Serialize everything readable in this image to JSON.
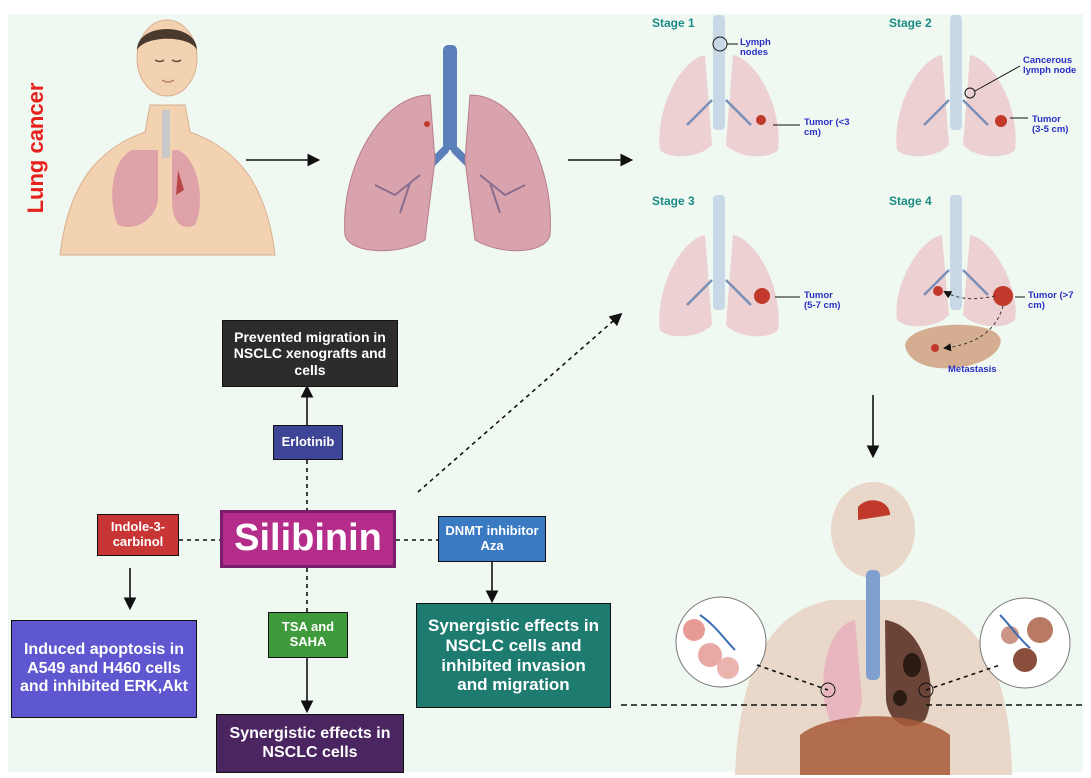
{
  "title": "Lung cancer",
  "center": "Silibinin",
  "stages": {
    "s1": "Stage 1",
    "s2": "Stage 2",
    "s3": "Stage 3",
    "s4": "Stage 4"
  },
  "annotations": {
    "lymph_nodes": "Lymph nodes",
    "tumor_s1": "Tumor (<3 cm)",
    "cancerous_lymph": "Cancerous lymph node",
    "tumor_s2": "Tumor (3-5 cm)",
    "tumor_s3": "Tumor (5-7 cm)",
    "tumor_s4": "Tumor (>7 cm)",
    "metastasis": "Metastasis"
  },
  "drugs": {
    "erlotinib": "Erlotinib",
    "indole": "Indole-3-carbinol",
    "dnmt": "DNMT inhibitor Aza",
    "tsa": "TSA and SAHA"
  },
  "effects": {
    "migration": "Prevented migration in NSCLC xenografts and cells",
    "apoptosis": "Induced apoptosis in A549 and H460 cells and inhibited ERK,Akt",
    "synergy_tsa": "Synergistic effects in NSCLC cells",
    "synergy_dnmt": "Synergistic effects in NSCLC cells and inhibited invasion and migration"
  },
  "colors": {
    "title_red": "#e8211c",
    "silibinin": "#b52d8a",
    "erlotinib": "#3f4596",
    "indole": "#c83535",
    "dnmt": "#3a7ac2",
    "tsa": "#3f9a3c",
    "box_dark": "#2c2c2c",
    "box_purple": "#5e57cf",
    "box_plum": "#4a2560",
    "box_teal": "#1d7b70",
    "stage_teal": "#1b8b84",
    "annotation_blue": "#2a2fc4"
  }
}
